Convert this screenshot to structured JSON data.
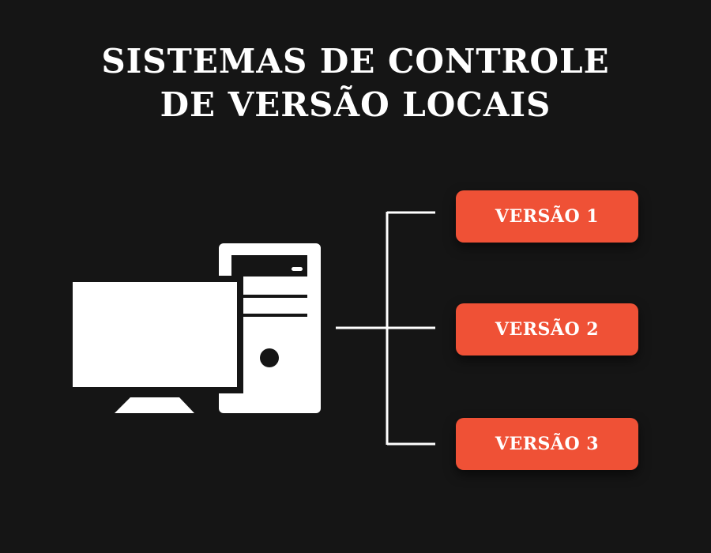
{
  "title": {
    "line1": "SISTEMAS DE CONTROLE",
    "line2": "DE VERSÃO LOCAIS"
  },
  "computer": {
    "icon": "desktop-computer-icon"
  },
  "versions": [
    {
      "label": "VERSÃO 1"
    },
    {
      "label": "VERSÃO 2"
    },
    {
      "label": "VERSÃO 3"
    }
  ],
  "colors": {
    "background": "#151515",
    "accent": "#ef5136",
    "foreground": "#ffffff"
  }
}
